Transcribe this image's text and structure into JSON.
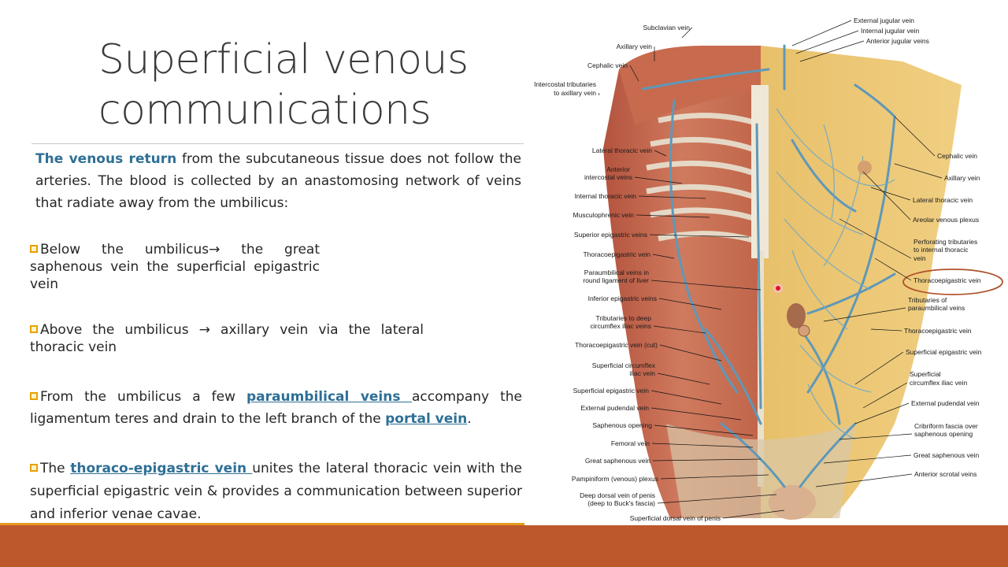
{
  "slide": {
    "title_line1": "Superficial venous",
    "title_line2": "communications",
    "intro_highlight": "The venous return",
    "intro_rest": " from the subcutaneous tissue does not follow the arteries. The blood is collected by an anastomosing network of veins that radiate away from the umbilicus:",
    "bullet1_a": "Below the umbilicus",
    "bullet1_arrow": "→",
    "bullet1_b": " the great saphenous vein the superficial epigastric vein",
    "bullet2_a": "Above the umbilicus ",
    "bullet2_arrow": "→",
    "bullet2_b": " axillary vein via the lateral thoracic vein",
    "bullet3_a": "From the umbilicus a few ",
    "bullet3_link1": "paraumbilical veins ",
    "bullet3_b": "accompany the ligamentum teres and drain to the left branch of the ",
    "bullet3_link2": "portal vein",
    "bullet3_c": ".",
    "bullet4_a": "The ",
    "bullet4_link": "thoraco-epigastric vein ",
    "bullet4_b": "unites the lateral thoracic vein with the superficial epigastric vein & provides a communication between superior and inferior venae cavae."
  },
  "figure": {
    "left_labels": [
      "Subclavian vein",
      "Axillary vein",
      "Cephalic vein",
      "Intercostal tributaries",
      "to axillary vein",
      "Lateral thoracic vein",
      "Anterior",
      "intercostal veins",
      "Internal thoracic vein",
      "Musculophrenic vein",
      "Superior epigastric veins",
      "Thoracoepigastric vein",
      "Paraumbilical veins in",
      "round ligament of liver",
      "Inferior epigastric veins",
      "Tributaries to deep",
      "circumflex iliac veins",
      "Thoracoepigastric vein (cut)",
      "Superficial circumflex",
      "iliac vein",
      "Superficial epigastric vein",
      "External pudendal vein",
      "Saphenous opening",
      "Femoral vein",
      "Great saphenous vein",
      "Pampiniform (venous) plexus",
      "Deep dorsal vein of penis",
      "(deep to Buck's fascia)",
      "Superficial dorsal vein of penis"
    ],
    "right_labels": [
      "External jugular vein",
      "Internal jugular vein",
      "Anterior jugular veins",
      "Cephalic vein",
      "Axillary vein",
      "Lateral thoracic vein",
      "Areolar venous plexus",
      "Perforating tributaries",
      "to internal thoracic",
      "vein",
      "Thoracoepigastric vein",
      "Tributaries of",
      "paraumbilical veins",
      "Thoracoepigastric vein",
      "Superficial epigastric vein",
      "Superficial",
      "circumflex iliac vein",
      "External pudendal vein",
      "Cribriform fascia over",
      "saphenous opening",
      "Great saphenous vein",
      "Anterior scrotal veins"
    ],
    "highlight_circle_color": "#b0522a",
    "laser_pointer_color": "#e0141e"
  },
  "colors": {
    "title": "#3a3a3a",
    "accent_blue": "#2e6f96",
    "bullet_orange": "#e6a100",
    "footer_bar": "#bc582c",
    "footer_line": "#e49a1e"
  }
}
